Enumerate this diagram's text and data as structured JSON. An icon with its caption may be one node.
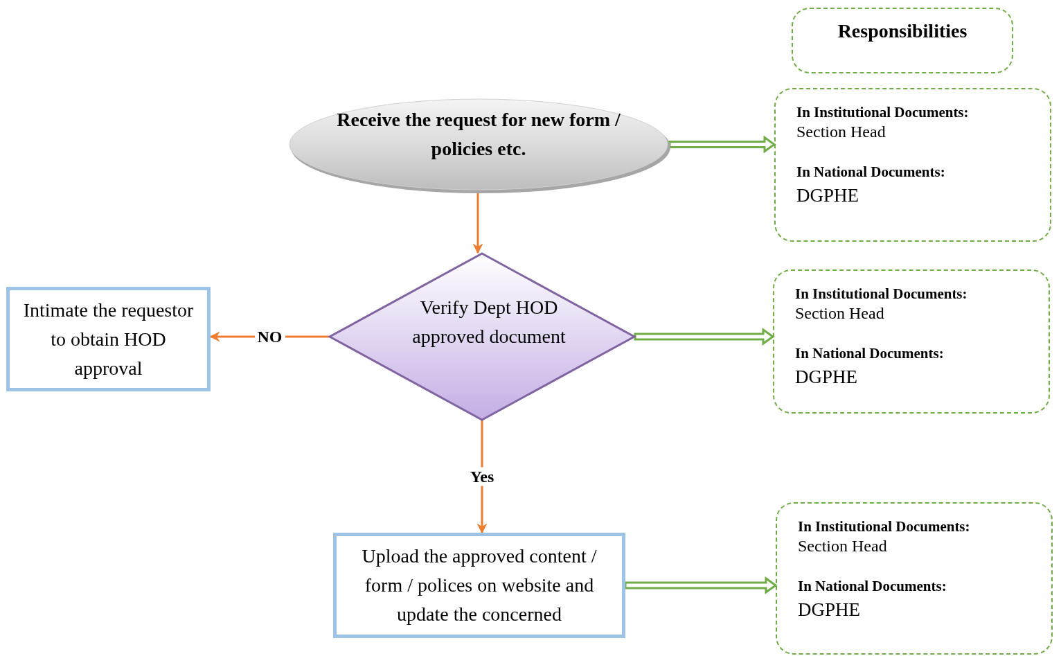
{
  "diagram": {
    "nodes": [
      {
        "text": [
          "Responsibilities"
        ]
      },
      {
        "text": [
          "Receive the request for new form / policies etc."
        ]
      },
      {
        "text": [
          "In Institutional Documents:",
          "Section Head",
          "In National Documents:",
          "DGPHE"
        ]
      },
      {
        "text": [
          "Verify Dept HOD approved document"
        ]
      },
      {
        "text": [
          "Intimate the requestor to obtain HOD approval"
        ]
      },
      {
        "text": [
          "In Institutional Documents:",
          "Section Head",
          "In National Documents:",
          "DGPHE"
        ]
      },
      {
        "text": [
          "Upload the approved content / form / polices on website and update the concerned"
        ]
      },
      {
        "text": [
          "In Institutional Documents:",
          "Section Head",
          "In National Documents:",
          "DGPHE"
        ]
      }
    ],
    "edges": [
      {
        "from": 1,
        "to": 3,
        "arrow": "to"
      },
      {
        "from": 3,
        "to": 4,
        "arrow": "to",
        "label": "NO"
      },
      {
        "from": 3,
        "to": 6,
        "arrow": "to",
        "label": "Yes"
      },
      {
        "from": 1,
        "to": 2,
        "arrow": "to",
        "style": "thick",
        "color": "#70ad47"
      },
      {
        "from": 3,
        "to": 5,
        "arrow": "to",
        "style": "thick",
        "color": "#70ad47"
      },
      {
        "from": 6,
        "to": 7,
        "arrow": "to",
        "style": "thick",
        "color": "#70ad47"
      }
    ]
  }
}
